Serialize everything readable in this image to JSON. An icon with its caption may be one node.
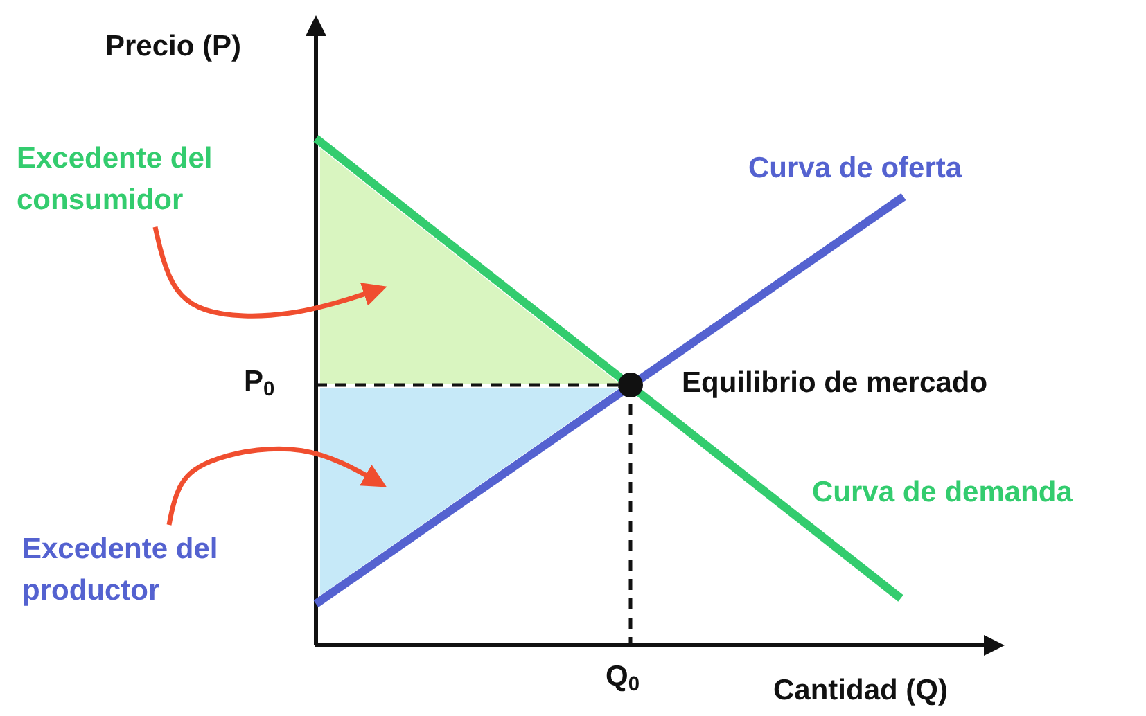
{
  "diagram": {
    "nodes": [
      {
        "text": [
          "Excedente del consumidor"
        ]
      },
      {
        "text": [],
        "shape": "triangle"
      },
      {
        "text": [
          "Excedente del productor"
        ]
      },
      {
        "text": [],
        "shape": "triangle"
      }
    ],
    "edges": [
      {
        "from": 0,
        "to": 1,
        "arrow": "to"
      },
      {
        "from": 2,
        "to": 3,
        "arrow": "to"
      }
    ],
    "labels": [
      "Precio (P)",
      "Curva de oferta",
      "P$_{0}$",
      "Equilibrio de mercado",
      "Curva de demanda",
      "Q$_{0}$",
      "Cantidad (Q)"
    ]
  }
}
